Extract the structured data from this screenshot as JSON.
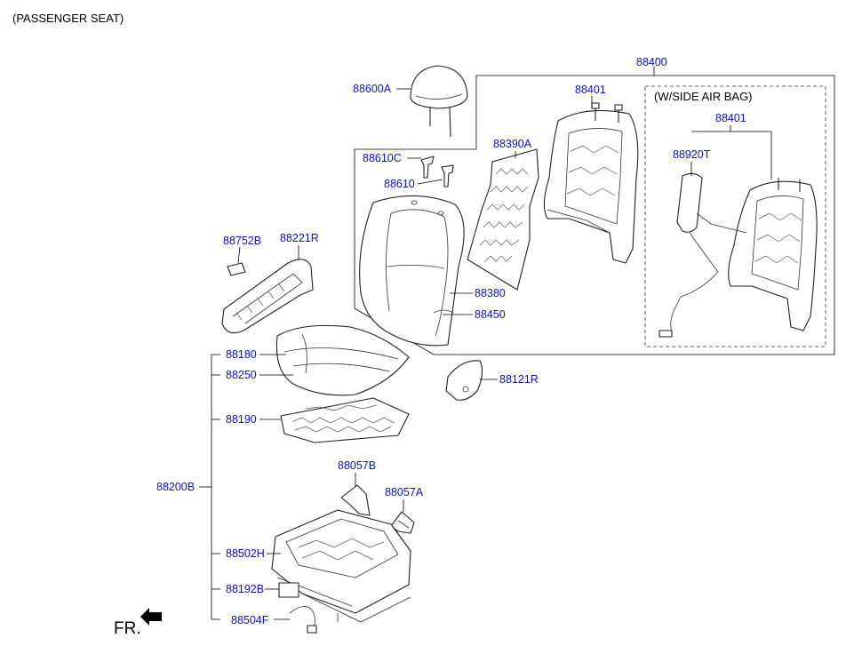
{
  "title": "(PASSENGER SEAT)",
  "note": "(W/SIDE AIR BAG)",
  "fr_label": "FR.",
  "labels": {
    "p88400": "88400",
    "p88600A": "88600A",
    "p88401": "88401",
    "p88401b": "88401",
    "p88390A": "88390A",
    "p88610C": "88610C",
    "p88610": "88610",
    "p88920T": "88920T",
    "p88752B": "88752B",
    "p88221R": "88221R",
    "p88380": "88380",
    "p88450": "88450",
    "p88180": "88180",
    "p88250": "88250",
    "p88121R": "88121R",
    "p88190": "88190",
    "p88057B": "88057B",
    "p88057A": "88057A",
    "p88200B": "88200B",
    "p88502H": "88502H",
    "p88192B": "88192B",
    "p88504F": "88504F"
  }
}
